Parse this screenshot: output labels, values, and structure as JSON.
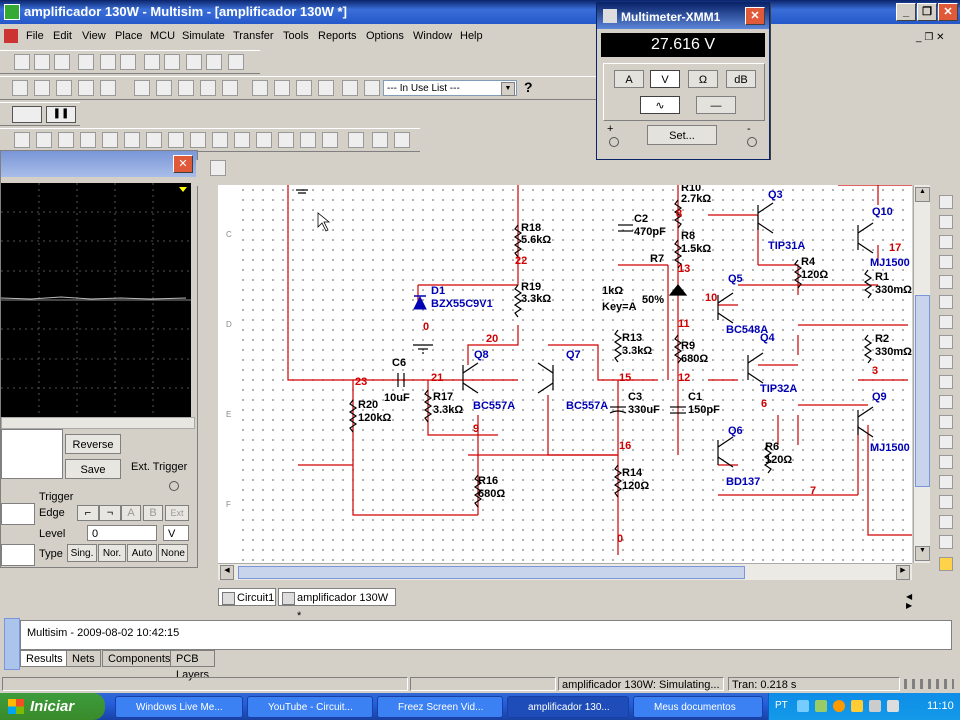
{
  "window": {
    "title": "amplificador 130W - Multisim - [amplificador 130W *]"
  },
  "menu": [
    "File",
    "Edit",
    "View",
    "Place",
    "MCU",
    "Simulate",
    "Transfer",
    "Tools",
    "Reports",
    "Options",
    "Window",
    "Help"
  ],
  "toolbar": {
    "in_use_list": "--- In Use List ---"
  },
  "multimeter": {
    "title": "Multimeter-XMM1",
    "reading": "27.616 V",
    "buttons": [
      "A",
      "V",
      "Ω",
      "dB"
    ],
    "set": "Set...",
    "plus": "+",
    "minus": "-"
  },
  "scope": {
    "reverse": "Reverse",
    "save": "Save",
    "ext_trigger": "Ext. Trigger",
    "trigger": "Trigger",
    "edge": "Edge",
    "level": "Level",
    "level_value": "0",
    "level_unit": "V",
    "type": "Type",
    "type_buttons": [
      "Sing.",
      "Nor.",
      "Auto",
      "None"
    ]
  },
  "schematic": {
    "components": [
      {
        "name": "R18",
        "value": "5.6kΩ"
      },
      {
        "name": "R19",
        "value": "3.3kΩ"
      },
      {
        "name": "D1",
        "value": "BZX55C9V1"
      },
      {
        "name": "C6",
        "value": "10uF"
      },
      {
        "name": "R20",
        "value": "120kΩ"
      },
      {
        "name": "R17",
        "value": "3.3kΩ"
      },
      {
        "name": "Q8",
        "value": "BC557A"
      },
      {
        "name": "Q7",
        "value": "BC557A"
      },
      {
        "name": "R16",
        "value": "680Ω"
      },
      {
        "name": "C2",
        "value": "470pF"
      },
      {
        "name": "R10",
        "value": "2.7kΩ"
      },
      {
        "name": "R8",
        "value": "1.5kΩ"
      },
      {
        "name": "R7",
        "value": "1kΩ"
      },
      {
        "name": "R13",
        "value": "3.3kΩ"
      },
      {
        "name": "R9",
        "value": "680Ω"
      },
      {
        "name": "C3",
        "value": "330uF"
      },
      {
        "name": "C1",
        "value": "150pF"
      },
      {
        "name": "R14",
        "value": "120Ω"
      },
      {
        "name": "Q3",
        "value": "TIP31A"
      },
      {
        "name": "Q5",
        "value": "BC548A"
      },
      {
        "name": "Q4",
        "value": "TIP32A"
      },
      {
        "name": "Q6",
        "value": "BD137"
      },
      {
        "name": "R4",
        "value": "120Ω"
      },
      {
        "name": "R6",
        "value": "120Ω"
      },
      {
        "name": "Q10",
        "value": "MJ1500"
      },
      {
        "name": "Q9",
        "value": "MJ1500"
      },
      {
        "name": "R1",
        "value": "330mΩ"
      },
      {
        "name": "R2",
        "value": "330mΩ"
      }
    ],
    "pot_label": "50%",
    "key_label": "Key=A",
    "nodes": [
      "22",
      "20",
      "21",
      "23",
      "0",
      "9",
      "15",
      "16",
      "8",
      "13",
      "11",
      "12",
      "10",
      "17",
      "3",
      "6",
      "7",
      "0"
    ]
  },
  "tabs": [
    "Circuit1",
    "amplificador 130W *"
  ],
  "output": {
    "message": "Multisim  -  2009-08-02 10:42:15"
  },
  "bottom_tabs": [
    "Results",
    "Nets",
    "Components",
    "PCB Layers"
  ],
  "status": {
    "sim": "amplificador 130W: Simulating...",
    "tran": "Tran: 0.218 s"
  },
  "taskbar": {
    "start": "Iniciar",
    "tasks": [
      "Windows Live Me...",
      "YouTube - Circuit...",
      "Freez Screen Vid...",
      "amplificador 130...",
      "Meus documentos"
    ],
    "lang": "PT",
    "clock": "11:10"
  }
}
